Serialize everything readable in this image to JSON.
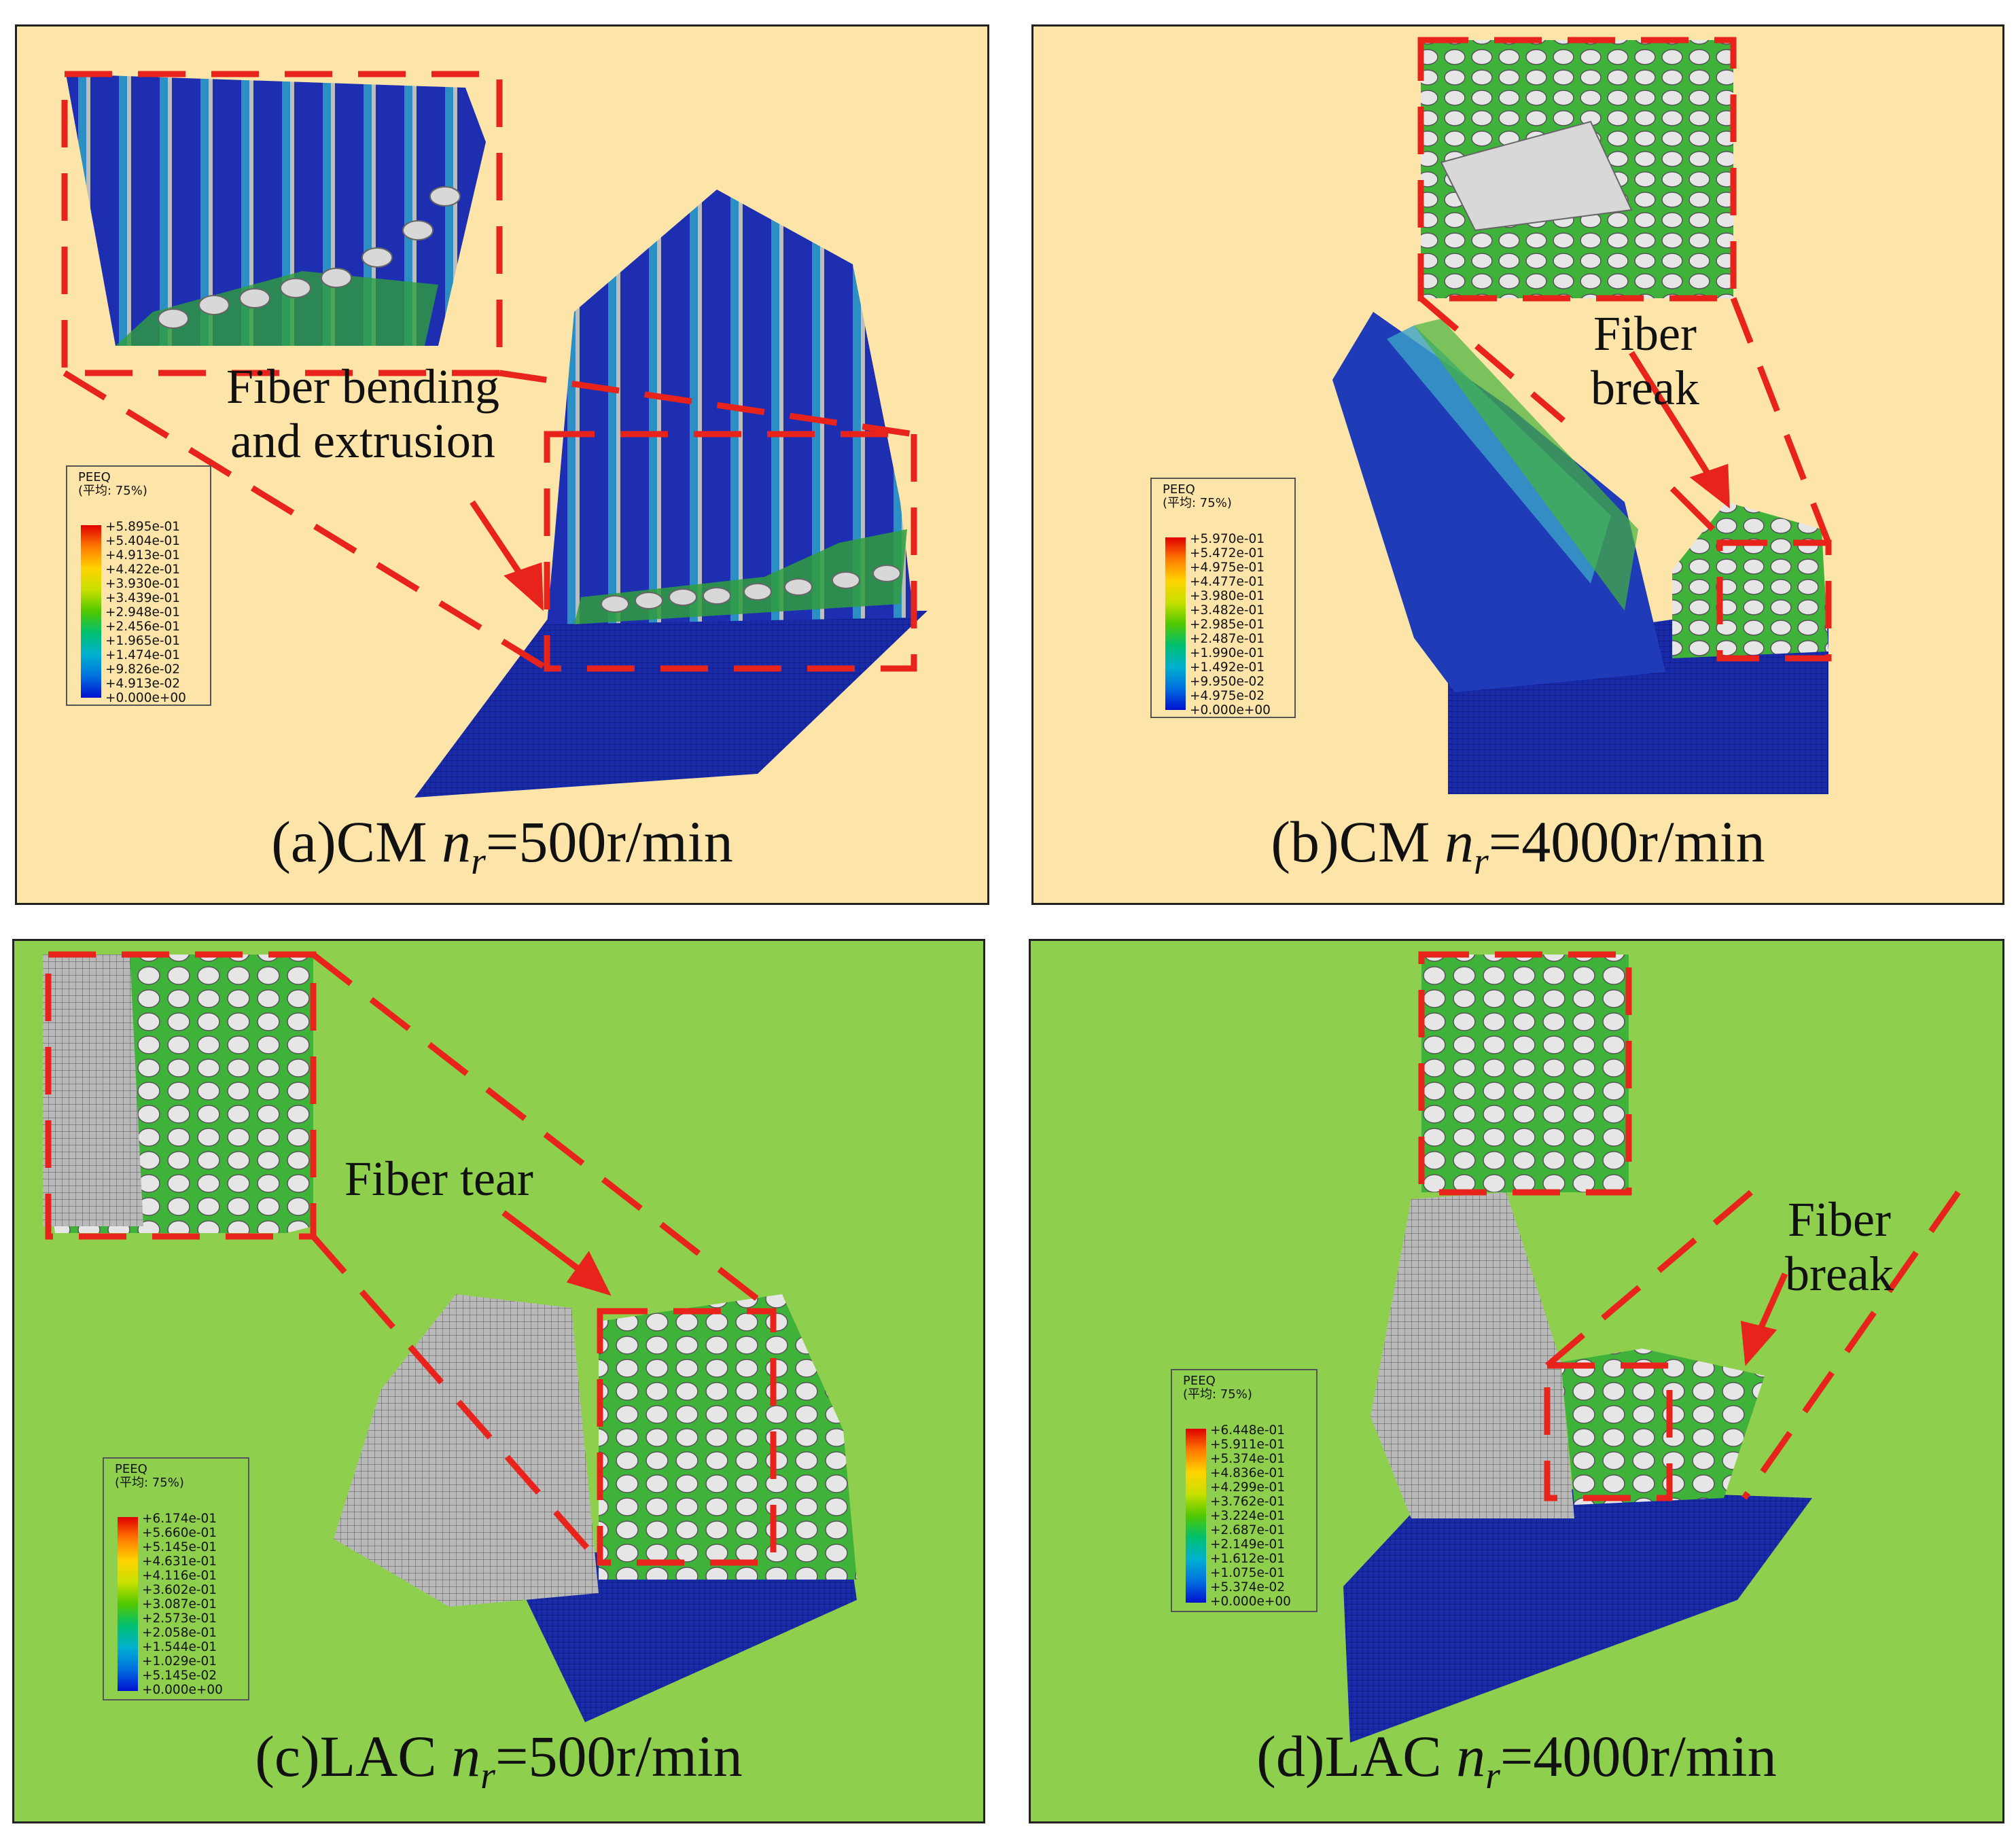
{
  "panels": [
    {
      "id": "a",
      "caption_prefix": "(a)CM ",
      "caption_var": "n",
      "caption_sub": "r",
      "caption_suffix": "=500r/min",
      "note_line1": "Fiber bending",
      "note_line2": "and extrusion",
      "background": "#fde4a9",
      "legend": {
        "title": "PEEQ",
        "subtitle": "(平均: 75%)",
        "values": [
          "+5.895e-01",
          "+5.404e-01",
          "+4.913e-01",
          "+4.422e-01",
          "+3.930e-01",
          "+3.439e-01",
          "+2.948e-01",
          "+2.456e-01",
          "+1.965e-01",
          "+1.474e-01",
          "+9.826e-02",
          "+4.913e-02",
          "+0.000e+00"
        ]
      }
    },
    {
      "id": "b",
      "caption_prefix": "(b)CM ",
      "caption_var": "n",
      "caption_sub": "r",
      "caption_suffix": "=4000r/min",
      "note_line1": "Fiber",
      "note_line2": "break",
      "background": "#fde4a9",
      "legend": {
        "title": "PEEQ",
        "subtitle": "(平均: 75%)",
        "values": [
          "+5.970e-01",
          "+5.472e-01",
          "+4.975e-01",
          "+4.477e-01",
          "+3.980e-01",
          "+3.482e-01",
          "+2.985e-01",
          "+2.487e-01",
          "+1.990e-01",
          "+1.492e-01",
          "+9.950e-02",
          "+4.975e-02",
          "+0.000e+00"
        ]
      }
    },
    {
      "id": "c",
      "caption_prefix": "(c)LAC ",
      "caption_var": "n",
      "caption_sub": "r",
      "caption_suffix": "=500r/min",
      "note_line1": "Fiber tear",
      "note_line2": "",
      "background": "#8fcf4e",
      "legend": {
        "title": "PEEQ",
        "subtitle": "(平均: 75%)",
        "values": [
          "+6.174e-01",
          "+5.660e-01",
          "+5.145e-01",
          "+4.631e-01",
          "+4.116e-01",
          "+3.602e-01",
          "+3.087e-01",
          "+2.573e-01",
          "+2.058e-01",
          "+1.544e-01",
          "+1.029e-01",
          "+5.145e-02",
          "+0.000e+00"
        ]
      }
    },
    {
      "id": "d",
      "caption_prefix": "(d)LAC ",
      "caption_var": "n",
      "caption_sub": "r",
      "caption_suffix": "=4000r/min",
      "note_line1": "Fiber",
      "note_line2": "break",
      "background": "#8fcf4e",
      "legend": {
        "title": "PEEQ",
        "subtitle": "(平均: 75%)",
        "values": [
          "+6.448e-01",
          "+5.911e-01",
          "+5.374e-01",
          "+4.836e-01",
          "+4.299e-01",
          "+3.762e-01",
          "+3.224e-01",
          "+2.687e-01",
          "+2.149e-01",
          "+1.612e-01",
          "+1.075e-01",
          "+5.374e-02",
          "+0.000e+00"
        ]
      }
    }
  ],
  "colors": {
    "annotation_red": "#e8231b",
    "mesh_blue": "#14249a",
    "mesh_gray": "#b8b8b8",
    "mesh_green": "#3fb23a"
  }
}
